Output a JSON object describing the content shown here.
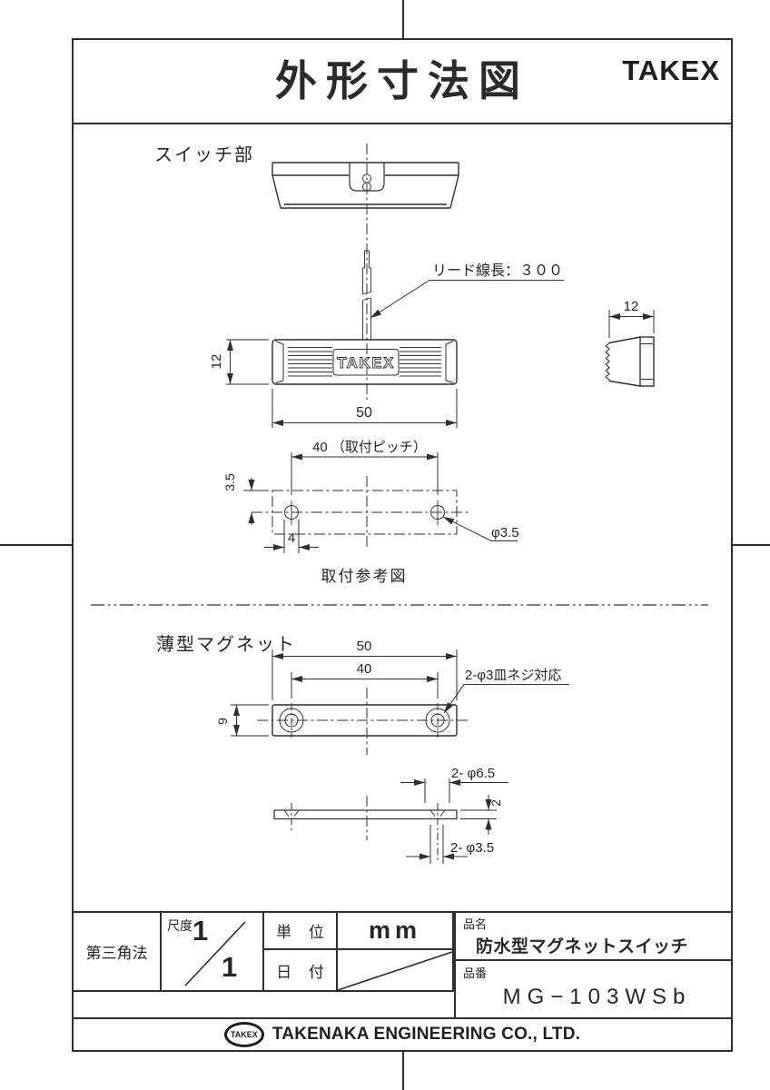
{
  "header": {
    "title": "外形寸法図",
    "brand": "TAKEX"
  },
  "switch_section": {
    "label": "スイッチ部",
    "lead_wire_note": "リード線長：３００",
    "front_height": "12",
    "front_width": "50",
    "body_logo": "TAKEX",
    "side_width": "12",
    "mount_pitch": "40 （取付ピッチ）",
    "mount_edge_offset": "3.5",
    "mount_hole_offset": "4",
    "mount_hole_dia": "φ3.5",
    "mount_caption": "取付参考図"
  },
  "magnet_section": {
    "label": "薄型マグネット",
    "top_width": "50",
    "top_pitch": "40",
    "screw_note": "2-φ3皿ネジ対応",
    "top_height": "9",
    "counterbore": "2- φ6.5",
    "thickness": "2",
    "hole": "2- φ3.5"
  },
  "title_block": {
    "projection": "第三角法",
    "scale_label": "尺度",
    "scale_numerator": "1",
    "scale_denominator": "1",
    "unit_label": "単 位",
    "unit_value": "mm",
    "date_label": "日 付",
    "name_label": "品名",
    "name_value": "防水型マグネットスイッチ",
    "part_label": "品番",
    "part_value": "MG−103WSb"
  },
  "footer": {
    "logo": "TAKEX",
    "company": "TAKENAKA ENGINEERING CO., LTD."
  }
}
